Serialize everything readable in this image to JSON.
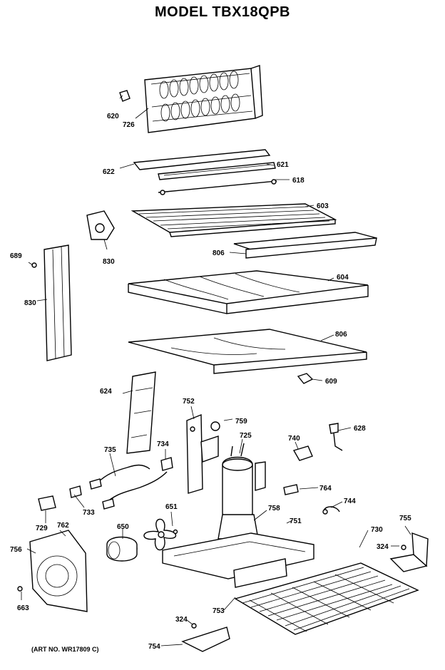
{
  "title": "MODEL TBX18QPB",
  "art_number": "(ART NO. WR17809 C)",
  "callouts": {
    "c620": "620",
    "c726": "726",
    "c622": "622",
    "c621": "621",
    "c618": "618",
    "c603": "603",
    "c806a": "806",
    "c830a": "830",
    "c689": "689",
    "c830b": "830",
    "c604": "604",
    "c806b": "806",
    "c609": "609",
    "c624": "624",
    "c752": "752",
    "c759": "759",
    "c725": "725",
    "c740": "740",
    "c628": "628",
    "c735": "735",
    "c734": "734",
    "c764": "764",
    "c744": "744",
    "c733": "733",
    "c651": "651",
    "c729": "729",
    "c762": "762",
    "c650": "650",
    "c758": "758",
    "c751": "751",
    "c730": "730",
    "c755": "755",
    "c756": "756",
    "c324a": "324",
    "c663": "663",
    "c753": "753",
    "c324b": "324",
    "c754": "754"
  }
}
